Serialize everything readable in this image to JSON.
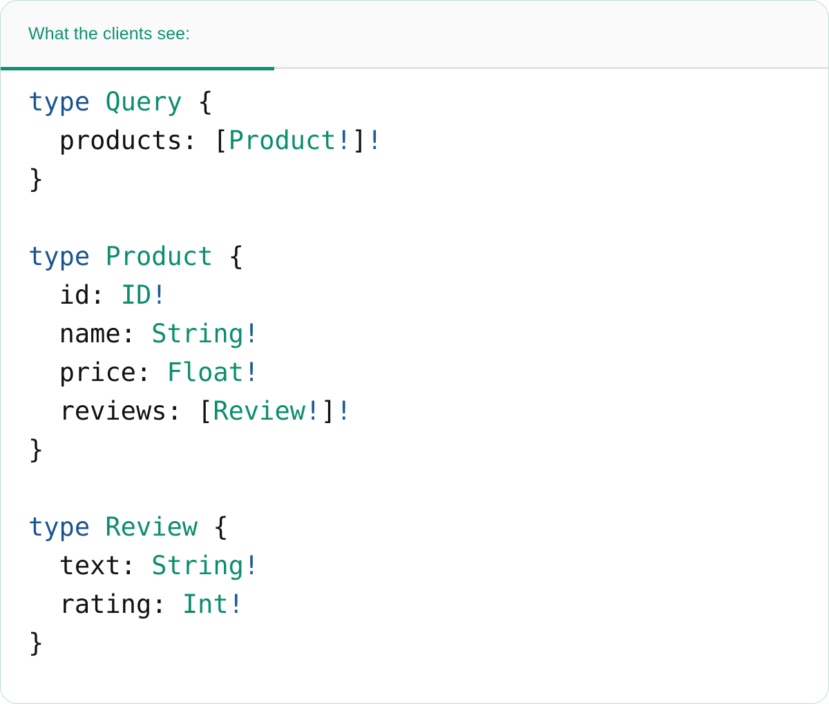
{
  "card": {
    "border_color": "#bcdccd",
    "background": "#ffffff"
  },
  "header": {
    "background": "#fafafa",
    "border_color": "#e2e2e5",
    "active_tab": {
      "label": "What the clients see:",
      "accent_color": "#0e9172",
      "underline_color": "#0e9172"
    }
  },
  "colors": {
    "keyword": "#1a5490",
    "type_name": "#0b8e6d",
    "field_name": "#111111",
    "punctuation": "#111111",
    "non_null_bang": "#1d5b96"
  },
  "code": {
    "language": "graphql",
    "lines": [
      {
        "id": "l1",
        "tokens": [
          {
            "t": "type",
            "k": "kw"
          },
          {
            "t": " ",
            "k": "punct"
          },
          {
            "t": "Query",
            "k": "type"
          },
          {
            "t": " ",
            "k": "punct"
          },
          {
            "t": "{",
            "k": "punct"
          }
        ]
      },
      {
        "id": "l2",
        "tokens": [
          {
            "t": "  ",
            "k": "punct"
          },
          {
            "t": "products",
            "k": "field"
          },
          {
            "t": ": ",
            "k": "punct"
          },
          {
            "t": "[",
            "k": "punct"
          },
          {
            "t": "Product",
            "k": "type"
          },
          {
            "t": "!",
            "k": "bang"
          },
          {
            "t": "]",
            "k": "punct"
          },
          {
            "t": "!",
            "k": "bang"
          }
        ]
      },
      {
        "id": "l3",
        "tokens": [
          {
            "t": "}",
            "k": "punct"
          }
        ]
      },
      {
        "id": "l4",
        "tokens": []
      },
      {
        "id": "l5",
        "tokens": [
          {
            "t": "type",
            "k": "kw"
          },
          {
            "t": " ",
            "k": "punct"
          },
          {
            "t": "Product",
            "k": "type"
          },
          {
            "t": " ",
            "k": "punct"
          },
          {
            "t": "{",
            "k": "punct"
          }
        ]
      },
      {
        "id": "l6",
        "tokens": [
          {
            "t": "  ",
            "k": "punct"
          },
          {
            "t": "id",
            "k": "field"
          },
          {
            "t": ": ",
            "k": "punct"
          },
          {
            "t": "ID",
            "k": "type"
          },
          {
            "t": "!",
            "k": "bang"
          }
        ]
      },
      {
        "id": "l7",
        "tokens": [
          {
            "t": "  ",
            "k": "punct"
          },
          {
            "t": "name",
            "k": "field"
          },
          {
            "t": ": ",
            "k": "punct"
          },
          {
            "t": "String",
            "k": "type"
          },
          {
            "t": "!",
            "k": "bang"
          }
        ]
      },
      {
        "id": "l8",
        "tokens": [
          {
            "t": "  ",
            "k": "punct"
          },
          {
            "t": "price",
            "k": "field"
          },
          {
            "t": ": ",
            "k": "punct"
          },
          {
            "t": "Float",
            "k": "type"
          },
          {
            "t": "!",
            "k": "bang"
          }
        ]
      },
      {
        "id": "l9",
        "tokens": [
          {
            "t": "  ",
            "k": "punct"
          },
          {
            "t": "reviews",
            "k": "field"
          },
          {
            "t": ": ",
            "k": "punct"
          },
          {
            "t": "[",
            "k": "punct"
          },
          {
            "t": "Review",
            "k": "type"
          },
          {
            "t": "!",
            "k": "bang"
          },
          {
            "t": "]",
            "k": "punct"
          },
          {
            "t": "!",
            "k": "bang"
          }
        ]
      },
      {
        "id": "l10",
        "tokens": [
          {
            "t": "}",
            "k": "punct"
          }
        ]
      },
      {
        "id": "l11",
        "tokens": []
      },
      {
        "id": "l12",
        "tokens": [
          {
            "t": "type",
            "k": "kw"
          },
          {
            "t": " ",
            "k": "punct"
          },
          {
            "t": "Review",
            "k": "type"
          },
          {
            "t": " ",
            "k": "punct"
          },
          {
            "t": "{",
            "k": "punct"
          }
        ]
      },
      {
        "id": "l13",
        "tokens": [
          {
            "t": "  ",
            "k": "punct"
          },
          {
            "t": "text",
            "k": "field"
          },
          {
            "t": ": ",
            "k": "punct"
          },
          {
            "t": "String",
            "k": "type"
          },
          {
            "t": "!",
            "k": "bang"
          }
        ]
      },
      {
        "id": "l14",
        "tokens": [
          {
            "t": "  ",
            "k": "punct"
          },
          {
            "t": "rating",
            "k": "field"
          },
          {
            "t": ": ",
            "k": "punct"
          },
          {
            "t": "Int",
            "k": "type"
          },
          {
            "t": "!",
            "k": "bang"
          }
        ]
      },
      {
        "id": "l15",
        "tokens": [
          {
            "t": "}",
            "k": "punct"
          }
        ]
      }
    ]
  }
}
